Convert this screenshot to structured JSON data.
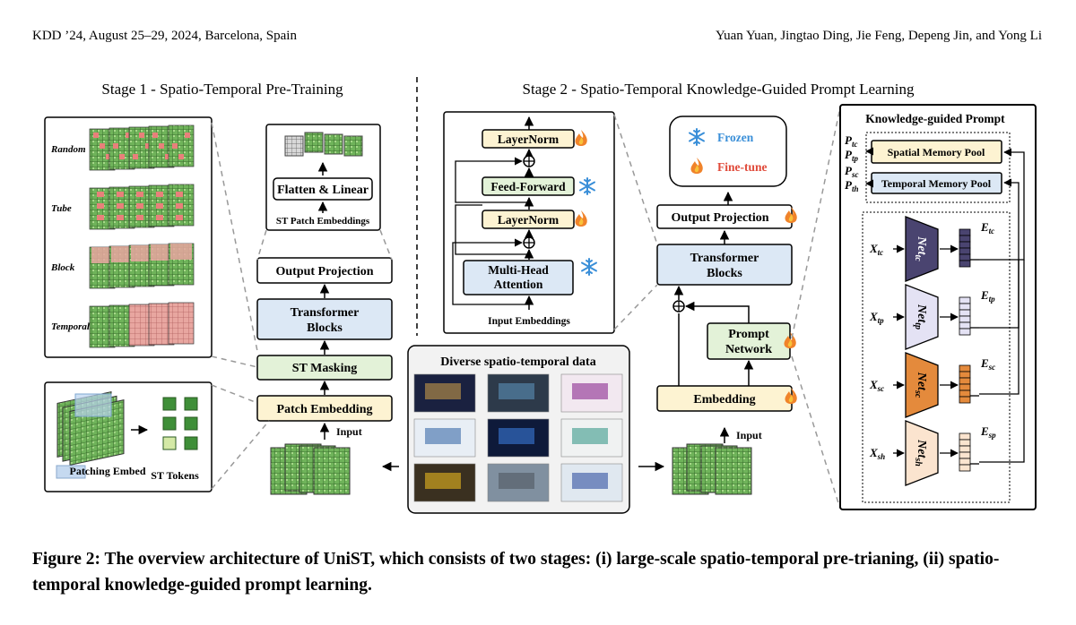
{
  "header": {
    "left": "KDD ’24, August 25–29, 2024, Barcelona, Spain",
    "right": "Yuan Yuan, Jingtao Ding, Jie Feng, Depeng Jin, and Yong Li"
  },
  "stage1": {
    "title": "Stage 1 - Spatio-Temporal Pre-Training",
    "mask_labels": [
      "Random",
      "Tube",
      "Block",
      "Temporal"
    ],
    "patching_embed": "Patching Embed",
    "st_tokens": "ST Tokens",
    "flatten_linear": "Flatten & Linear",
    "st_patch_embeddings": "ST Patch Embeddings",
    "output_projection": "Output Projection",
    "transformer_blocks": [
      "Transformer",
      "Blocks"
    ],
    "st_masking": "ST Masking",
    "patch_embedding": "Patch Embedding",
    "input": "Input"
  },
  "stage2": {
    "title": "Stage 2 - Spatio-Temporal Knowledge-Guided Prompt Learning",
    "layernorm": "LayerNorm",
    "feed_forward": "Feed-Forward",
    "multi_head": [
      "Multi-Head",
      "Attention"
    ],
    "input_embeddings": "Input Embeddings",
    "legend_frozen": "Frozen",
    "legend_finetune": "Fine-tune",
    "output_projection": "Output Projection",
    "transformer_blocks": [
      "Transformer",
      "Blocks"
    ],
    "prompt_network": [
      "Prompt",
      "Network"
    ],
    "embedding": "Embedding",
    "input": "Input",
    "diverse_data": "Diverse spatio-temporal data",
    "kgp_title": "Knowledge-guided Prompt",
    "spatial_pool": "Spatial Memory Pool",
    "temporal_pool": "Temporal Memory Pool",
    "p_labels": [
      "P",
      "P",
      "P",
      "P"
    ],
    "p_subs": [
      "tc",
      "tp",
      "sc",
      "th"
    ],
    "nets": [
      {
        "x": "X",
        "xs": "tc",
        "net": "Net",
        "ns": "tc",
        "e": "E",
        "es": "tc",
        "color": "#4a4470"
      },
      {
        "x": "X",
        "xs": "tp",
        "net": "Net",
        "ns": "tp",
        "e": "E",
        "es": "tp",
        "color": "#e4e2f4"
      },
      {
        "x": "X",
        "xs": "sc",
        "net": "Net",
        "ns": "sc",
        "e": "E",
        "es": "sc",
        "color": "#e48a3c"
      },
      {
        "x": "X",
        "xs": "sh",
        "net": "Net",
        "ns": "sh",
        "e": "E",
        "es": "sp",
        "color": "#fbe4cf"
      }
    ]
  },
  "caption": "Figure 2: The overview architecture of UniST, which consists of two stages: (i) large-scale spatio-temporal pre-trianing, (ii) spatio-temporal knowledge-guided prompt learning.",
  "colors": {
    "frozen_block": "#dce8f5",
    "finetune_block": "#fdf3d2",
    "masking_block": "#e3f2d8",
    "grid_green": "#5cae4a",
    "grid_red": "#e8807a"
  },
  "icons": [
    "snowflake-icon",
    "flame-icon"
  ]
}
